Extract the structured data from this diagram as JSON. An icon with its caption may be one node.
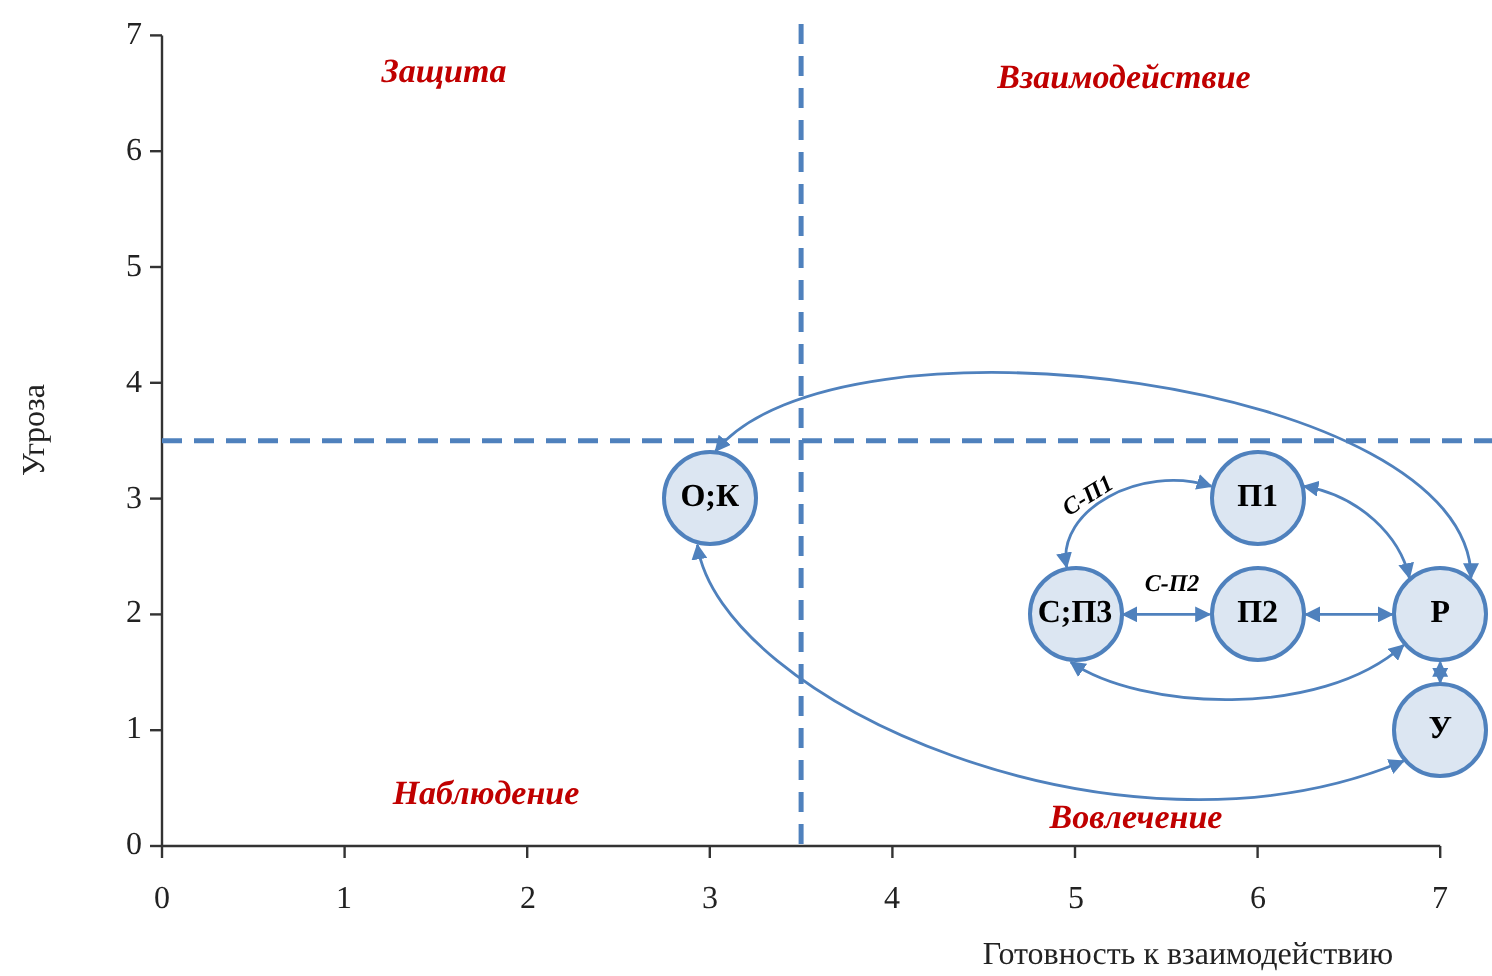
{
  "diagram": {
    "nodes": [
      {
        "text": [
          "О;К"
        ]
      },
      {
        "text": [
          "П1"
        ]
      },
      {
        "text": [
          "С;П3"
        ]
      },
      {
        "text": [
          "П2"
        ]
      },
      {
        "text": [
          "Р"
        ]
      },
      {
        "text": [
          "У"
        ]
      }
    ],
    "edges": [
      {
        "from": 4,
        "to": 0,
        "arrow": "both"
      },
      {
        "from": 5,
        "to": 0,
        "arrow": "both"
      },
      {
        "from": 2,
        "to": 1,
        "arrow": "both",
        "label": "С-П1"
      },
      {
        "from": 2,
        "to": 3,
        "arrow": "both",
        "label": "С-П2"
      },
      {
        "from": 3,
        "to": 4,
        "arrow": "both"
      },
      {
        "from": 1,
        "to": 4,
        "arrow": "both"
      },
      {
        "from": 4,
        "to": 2,
        "arrow": "both"
      },
      {
        "from": 4,
        "to": 5,
        "arrow": "both"
      }
    ],
    "labels": [
      "7",
      "6",
      "5",
      "4",
      "3",
      "2",
      "1",
      "0",
      "Защита",
      "Взаимодействие",
      "Угроза",
      "Наблюдение",
      "Вовлечение",
      "0",
      "1",
      "2",
      "3",
      "4",
      "5",
      "6",
      "7",
      "Готовность к взаимодействию"
    ]
  }
}
